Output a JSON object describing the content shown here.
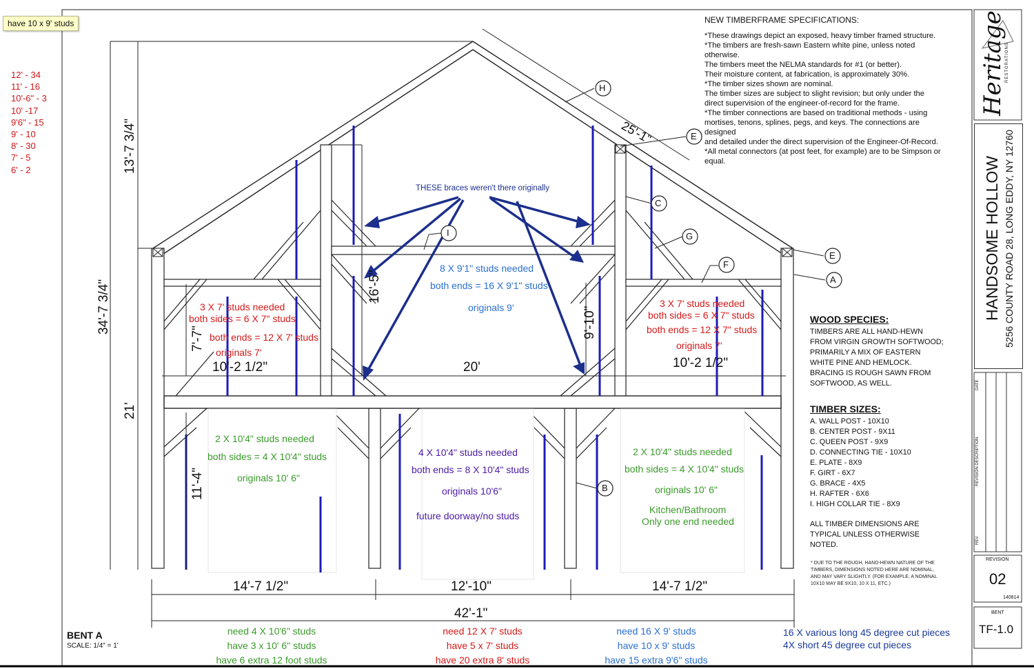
{
  "tooltip": "have 10 x 9'  studs",
  "tally": [
    "12' - 34",
    "11' - 16",
    "10'-6\" - 3",
    "10' -17",
    "9'6\" - 15",
    "9' - 10",
    "8' - 30",
    "7' - 5",
    "6' - 2"
  ],
  "specs": {
    "title": "NEW TIMBERFRAME SPECIFICATIONS:",
    "lines": [
      "*These drawings depict an exposed, heavy timber framed structure.",
      "*The timbers are fresh-sawn Eastern white pine, unless noted",
      "otherwise.",
      " The timbers meet the NELMA standards for #1 (or better).",
      " Their moisture content, at fabrication, is approximately 30%.",
      "*The timber sizes shown are nominal.",
      " The timber sizes are subject to slight revision; but only under the",
      " direct supervision of the engineer-of-record for the frame.",
      "*The timber connections are based on traditional methods - using",
      " mortises, tenons, splines, pegs, and keys.  The connections are",
      "designed",
      " and detailed under the direct supervision of the Engineer-Of-Record.",
      "*All metal connectors (at post feet, for example) are to be Simpson or",
      " equal."
    ]
  },
  "wood_species": {
    "heading": "WOOD SPECIES:",
    "lines": [
      "TIMBERS ARE ALL HAND-HEWN",
      "FROM VIRGIN GROWTH SOFTWOOD;",
      "PRIMARILY A MIX OF EASTERN",
      "WHITE PINE AND HEMLOCK.",
      "BRACING IS ROUGH SAWN FROM",
      "SOFTWOOD, AS WELL."
    ]
  },
  "timber_sizes": {
    "heading": "TIMBER SIZES:",
    "items": [
      "A. WALL POST - 10X10",
      "B. CENTER POST - 9X11",
      "C. QUEEN POST - 9X9",
      "D. CONNECTING TIE - 10X10",
      "E. PLATE - 8X9",
      "F. GIRT - 6X7",
      "G. BRACE - 4X5",
      "H. RAFTER - 6X6",
      "I. HIGH COLLAR TIE - 8X9"
    ],
    "note": [
      "ALL TIMBER DIMENSIONS ARE",
      "TYPICAL UNLESS OTHERWISE",
      "NOTED."
    ]
  },
  "fine_note": [
    "* DUE TO THE ROUGH, HAND-HEWN NATURE OF THE",
    "TIMBERS, DIMENSIONS NOTED HERE ARE NOMINAL,",
    "AND MAY VARY SLIGHTLY. (FOR EXAMPLE, A NOMINAL",
    "10X10 MAY BE 9X10, 10 X 11, ETC.)"
  ],
  "title_block": {
    "project": "HANDSOME HOLLOW",
    "address": "5256 COUNTY ROAD 28, LONG EDDY, NY 12760",
    "logo_text": "Heritage",
    "logo_sub": "RESTORATIONS",
    "revision_label": "REVISION",
    "revision": "02",
    "date": "140814",
    "bent_label": "BENT",
    "sheet": "TF-1.0",
    "rev_desc_label": "REVISION DESCRIPTION",
    "date_label": "DATE",
    "rev_label": "REV."
  },
  "bent": {
    "name": "BENT A",
    "scale": "SCALE: 1/4\" = 1'"
  },
  "dimensions": {
    "overall_height": "34'-7 3/4\"",
    "upper_height": "13'-7 3/4\"",
    "lower_height": "21'",
    "rafter": "25'-1\"",
    "loft_height": "7'-7\"",
    "queen_height": "16'-5\"",
    "center_height": "9'-10\"",
    "ground_height": "11'-4\"",
    "left_loft": "10'-2 1/2\"",
    "center_span": "20'",
    "right_loft": "10'-2 1/2\"",
    "left_bay": "14'-7 1/2\"",
    "center_bay": "12'-10\"",
    "right_bay": "14'-7 1/2\"",
    "total": "42'-1\""
  },
  "tags": [
    "H",
    "E",
    "C",
    "G",
    "E",
    "A",
    "F",
    "I",
    "B"
  ],
  "annotations": {
    "braces": "THESE braces weren't there originally",
    "upper_center": [
      "8 X 9'1\" studs needed",
      "both ends = 16 X 9'1\" studs",
      "originals 9'"
    ],
    "upper_left": [
      "3 X 7' studs needed",
      "both sides = 6 X 7\" studs",
      "both ends = 12 X 7' studs",
      "originals 7'"
    ],
    "upper_right": [
      "3 X 7' studs needed",
      "both sides = 6 X 7\" studs",
      "both ends = 12 X 7\" studs",
      "originals 7'"
    ],
    "lower_left": [
      "2 X 10'4\" studs needed",
      "both sides = 4 X 10'4\" studs",
      "originals 10' 6\""
    ],
    "lower_center": [
      "4 X 10'4\" studs needed",
      "both ends = 8 X 10'4\" studs",
      "originals 10'6\"",
      "future doorway/no studs"
    ],
    "lower_right": [
      "2 X 10'4\" studs needed",
      "both sides = 4 X 10'4\" studs",
      "originals 10' 6\"",
      "Kitchen/Bathroom",
      "Only one end needed"
    ]
  },
  "bottom": {
    "left": [
      "need 4 X 10'6\" studs",
      "have 3 x 10' 6\" studs",
      "have 6 extra 12 foot studs"
    ],
    "center": [
      "need 12 X 7' studs",
      "have 5 x 7'  studs",
      "have 20 extra 8'  studs"
    ],
    "right": [
      "need 16 X 9' studs",
      "have 10 x 9'  studs",
      "have 15 extra 9'6\" studs"
    ],
    "far_right": [
      "16 X various long 45 degree cut pieces",
      "4X short 45 degree cut pieces"
    ]
  },
  "colors": {
    "red": "#d41919",
    "green": "#3a9a2a",
    "blue": "#2a6fd0",
    "purple": "#4a1aa8",
    "stud_blue": "#1c1cb8",
    "arrow": "#1c2f8c"
  }
}
